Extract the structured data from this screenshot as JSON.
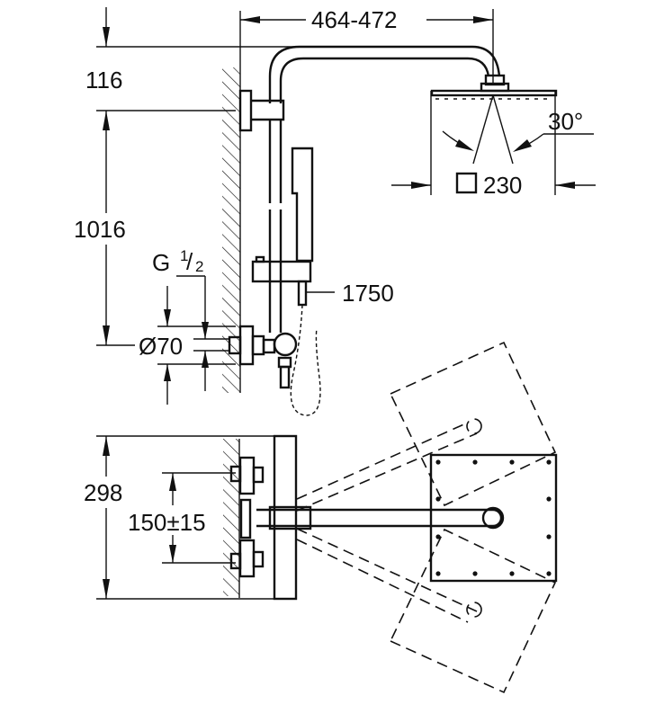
{
  "diagram": {
    "title": "Shower system technical drawing",
    "colors": {
      "line": "#111111",
      "background": "#ffffff"
    },
    "dimensions": {
      "arm_projection": "464-472",
      "top_offset": "116",
      "rail_height": "1016",
      "thread": {
        "base": "G",
        "num": "1",
        "slash": "/",
        "den": "2"
      },
      "flange_diameter": "Ø70",
      "hose_length": "1750",
      "spray_angle": "30°",
      "head_size_symbol": "□",
      "head_size": "230",
      "plan_depth": "298",
      "inlet_spacing": "150±15"
    },
    "views": [
      "side-elevation",
      "plan-view"
    ]
  }
}
